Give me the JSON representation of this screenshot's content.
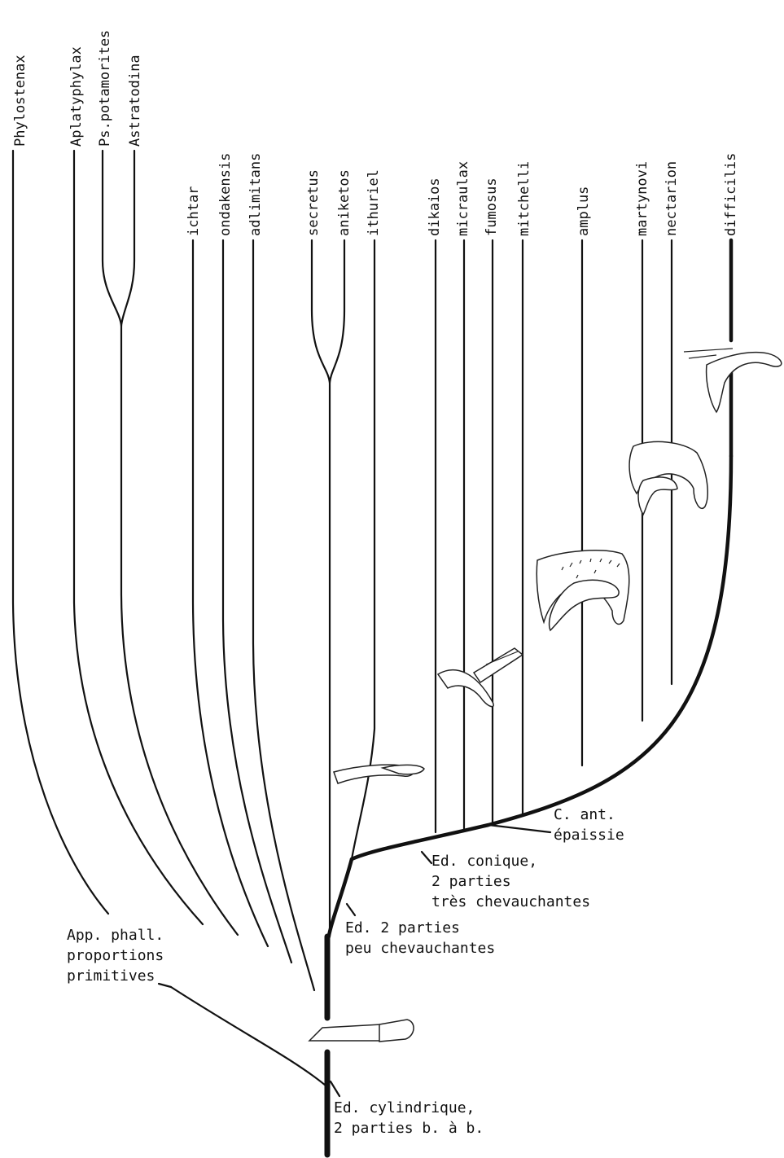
{
  "taxa": [
    "Phylostenax",
    "Aplatyphylax",
    "Ps.potamorites",
    "Astratodina",
    "ichtar",
    "ondakensis",
    "adlimitans",
    "secretus",
    "aniketos",
    "ithuriel",
    "dikaios",
    "micraulax",
    "fumosus",
    "mitchelli",
    "amplus",
    "martynovi",
    "nectarion",
    "difficilis"
  ],
  "annotations": {
    "primitive": [
      "App. phall.",
      "proportions",
      "primitives"
    ],
    "cylindrique": [
      "Ed. cylindrique,",
      "2 parties b. à b."
    ],
    "peu": [
      "Ed. 2 parties",
      "peu chevauchantes"
    ],
    "conique": [
      "Ed. conique,",
      "2 parties",
      "très chevauchantes"
    ],
    "epaissie": [
      "C. ant.",
      "épaissie"
    ]
  }
}
